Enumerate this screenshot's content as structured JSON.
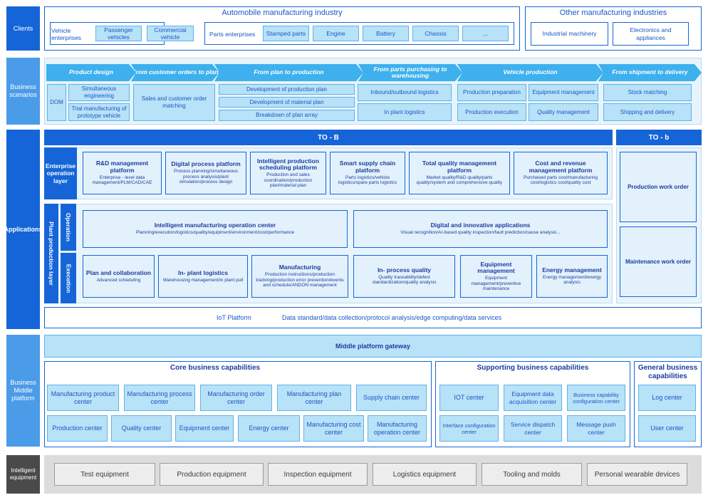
{
  "sidebar": {
    "clients": "Clients",
    "business_scenarios": "Business scenarios",
    "applications": "Applications",
    "business_middle_platform": "Business Middle platform",
    "intelligent_equipment": "Intelligent equipment"
  },
  "clients": {
    "auto_title": "Automobile manufacturing industry",
    "vehicle_enterprises": "Vehicle enterprises",
    "passenger_vehicles": "Passenger vehicles",
    "commercial_vehicle": "Commercial vehicle",
    "parts_enterprises": "Parts enterprises",
    "parts": [
      "Stamped parts",
      "Engine",
      "Battery",
      "Chassis",
      "..."
    ],
    "other_title": "Other manufacturing industries",
    "other": [
      "Industrial machinery",
      "Electronics and appliances"
    ]
  },
  "scenarios": {
    "flow": [
      "Product design",
      "From customer orders to plan",
      "From plan to production",
      "From parts purchasing to warehousing",
      "Vehicle production",
      "From shipment to delivery"
    ],
    "dom": "DOM",
    "simultaneous_engineering": "Simultaneous engineering",
    "trial_manufacturing": "Trial manufacturing of prototype vehicle",
    "sales_order_matching": "Sales and customer order matching",
    "dev_production_plan": "Development of production plan",
    "dev_material_plan": "Development of material plan",
    "breakdown_plan_array": "Breakdown of plan array",
    "inbound_outbound": "Inbound/outbound logistics",
    "inplant_logistics": "In plant logistics",
    "production_preparation": "Production preparation",
    "equipment_management": "Equipment management",
    "production_execution": "Production execution",
    "quality_management": "Quality management",
    "stock_matching": "Stock matching",
    "shipping_delivery": "Shipping and delivery"
  },
  "applications": {
    "tob_upper": "TO - B",
    "tob_lower": "TO - b",
    "enterprise_layer": "Enterprise operation layer",
    "enterprise": [
      {
        "t": "R&D management platform",
        "s": "Enterprise - level data management/PLM/CAD/CAE"
      },
      {
        "t": "Digital process platform",
        "s": "Process planning/simultaneous process analysis/plant simulation/process design"
      },
      {
        "t": "Intelligent production scheduling platform",
        "s": "Production and sales coordination/production plan/material plan"
      },
      {
        "t": "Smart supply chain platform",
        "s": "Parts logistics/vehicle logistics/spare parts logistics"
      },
      {
        "t": "Total quality management platform",
        "s": "Market quality/R&D quality/parts quality/system and comprehensive quality"
      },
      {
        "t": "Cost and revenue management platform",
        "s": "Purchased parts cost/manufacturing cost/logistics cost/quality cost"
      }
    ],
    "plant_layer": "Plant production layer",
    "operation": "Operation",
    "execution": "Execution",
    "operation_items": [
      {
        "t": "Intelligent manufacturing operation center",
        "s": "Planning/execution/logistics/quality/equipment/environment/cost/performance"
      },
      {
        "t": "Digital and innovative applications",
        "s": "Visual recognition/AI-based quality inspection/fault prediction/cause analysis..."
      }
    ],
    "execution_items": [
      {
        "t": "Plan and collaboration",
        "s": "Advanced scheduling"
      },
      {
        "t": "In- plant logistics",
        "s": "Warehousing management/in plant pull"
      },
      {
        "t": "Manufacturing",
        "s": "Production instructions/production tracking/production error prevention/events and schedule/ANDON management"
      },
      {
        "t": "In- process quality",
        "s": "Quality traceability/defect standardization/quality analysis"
      },
      {
        "t": "Equipment management",
        "s": "Equipment management/preventive maintenance"
      },
      {
        "t": "Energy management",
        "s": "Energy management/energy analysis"
      }
    ],
    "production_work_order": "Production work order",
    "maintenance_work_order": "Maintenance work order",
    "iot_platform": "IoT Platform",
    "iot_desc": "Data standard/data collection/protocol analysis/edge computing/data services"
  },
  "middle": {
    "gateway": "Middle platform gateway",
    "core_title": "Core business capabilities",
    "core": [
      "Manufacturing product center",
      "Manufacturing process center",
      "Manufacturing order center",
      "Manufacturing plan center",
      "Supply chain center",
      "Production center",
      "Quality center",
      "Equipment center",
      "Energy center",
      "Manufacturing cost center",
      "Manufacturing operation center"
    ],
    "supporting_title": "Supporting business capabilities",
    "supporting": [
      "IOT center",
      "Equipment data acquisition center",
      "Business capability configuration center",
      "Interface configuration center",
      "Service dispatch center",
      "Message push center"
    ],
    "general_title": "General business capabilities",
    "general": [
      "Log center",
      "User center"
    ]
  },
  "equipment": [
    "Test equipment",
    "Production equipment",
    "Inspection equipment",
    "Logistics equipment",
    "Tooling and molds",
    "Personal wearable devices"
  ]
}
